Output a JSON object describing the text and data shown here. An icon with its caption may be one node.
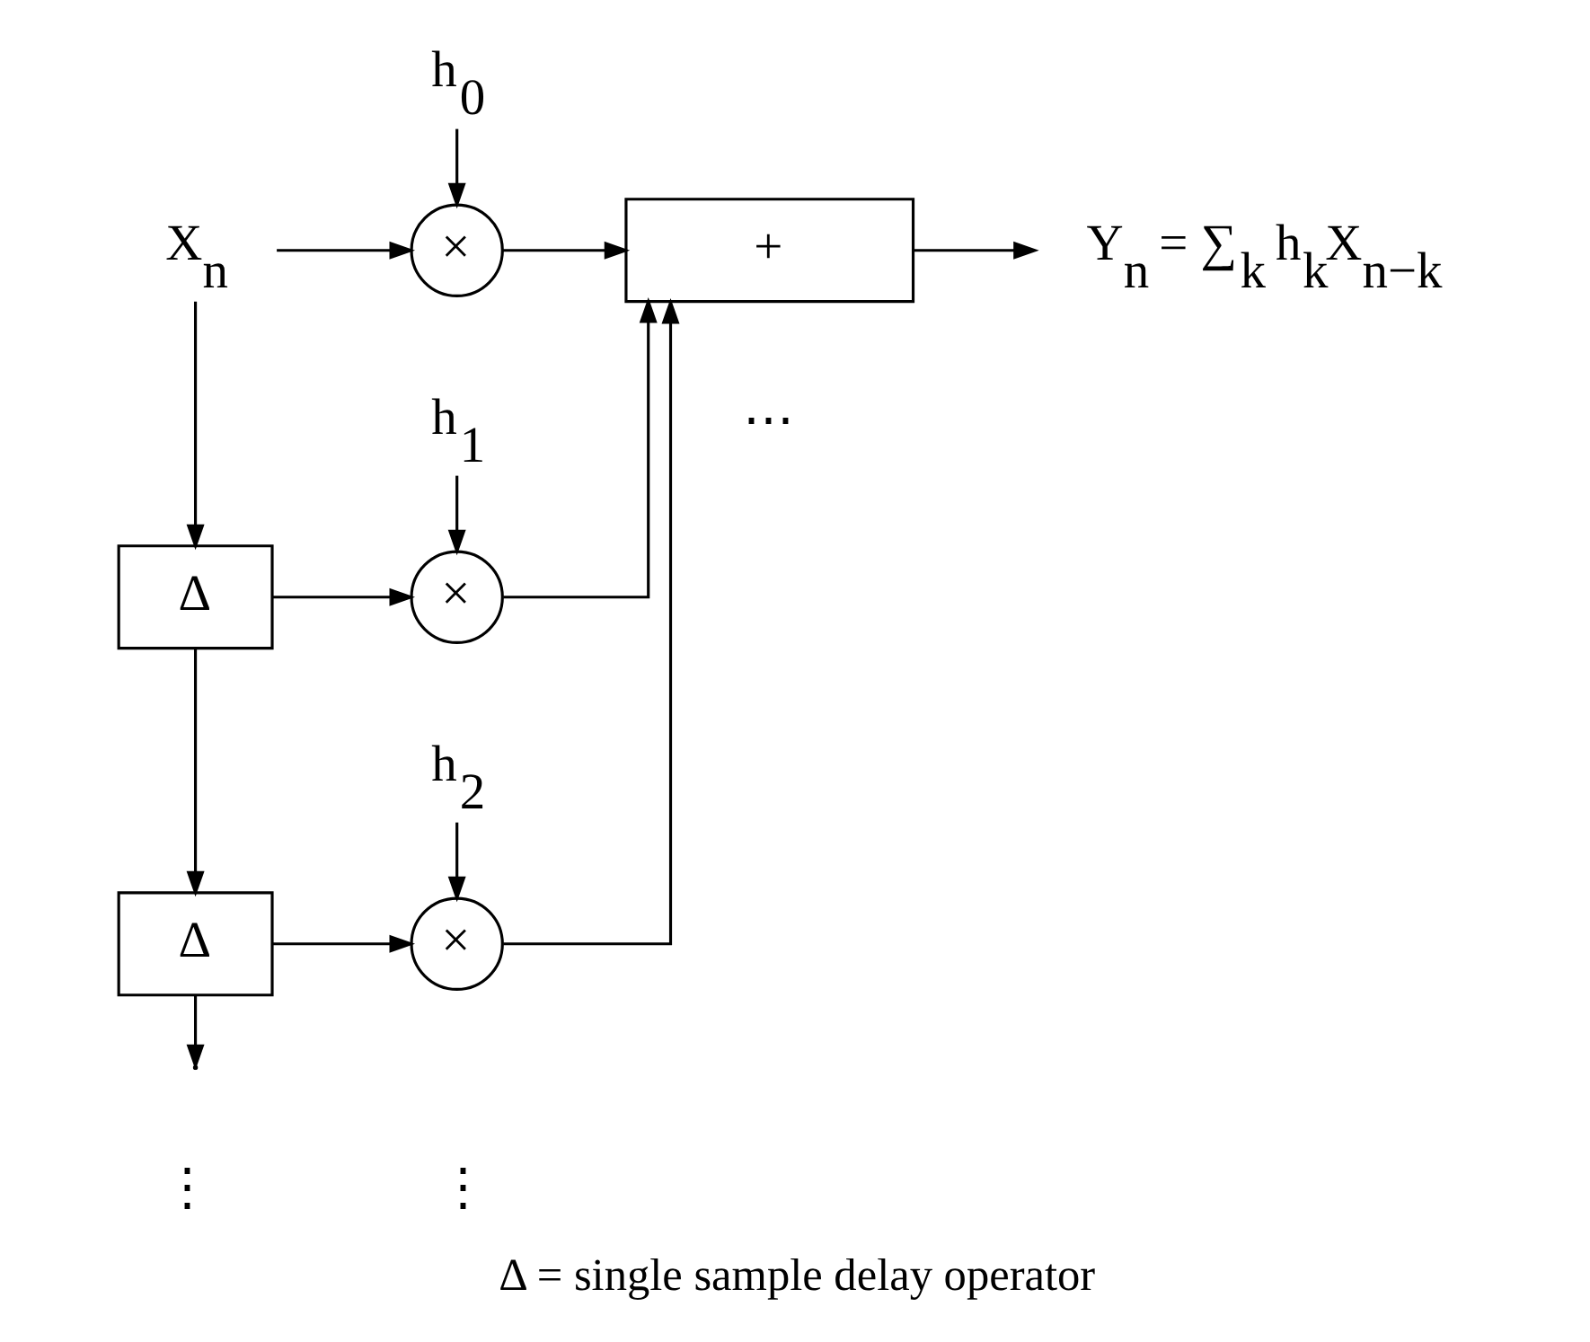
{
  "diagram": {
    "caption": "Δ = single sample delay operator",
    "nodes": [
      {
        "text": [
          "X$_{n}$"
        ]
      },
      {
        "text": [
          "h$_{0}$"
        ]
      },
      {
        "text": [
          "×"
        ]
      },
      {
        "text": [
          "+"
        ]
      },
      {
        "text": [
          "Y$_{n}$ = ∑$_{k}$ h$_{k}$X$_{n−k}$"
        ]
      },
      {
        "text": [
          "h$_{1}$"
        ]
      },
      {
        "text": [
          "Δ"
        ]
      },
      {
        "text": [
          "×"
        ]
      },
      {
        "text": [
          "h$_{2}$"
        ]
      },
      {
        "text": [
          "Δ"
        ]
      },
      {
        "text": [
          "×"
        ]
      }
    ],
    "edges": [
      {
        "from": 0,
        "to": 2,
        "arrow": "to"
      },
      {
        "from": 0,
        "to": 6,
        "arrow": "to"
      },
      {
        "from": 1,
        "to": 2,
        "arrow": "to"
      },
      {
        "from": 2,
        "to": 3,
        "arrow": "to"
      },
      {
        "from": 3,
        "to": 4,
        "arrow": "to"
      },
      {
        "from": 5,
        "to": 7,
        "arrow": "to"
      },
      {
        "from": 6,
        "to": 7,
        "arrow": "to"
      },
      {
        "from": 7,
        "to": 3,
        "arrow": "to"
      },
      {
        "from": 6,
        "to": 9,
        "arrow": "to"
      },
      {
        "from": 8,
        "to": 10,
        "arrow": "to"
      },
      {
        "from": 9,
        "to": 10,
        "arrow": "to"
      },
      {
        "from": 10,
        "to": 3,
        "arrow": "to"
      },
      {
        "from": 9,
        "to": null,
        "arrow": "to"
      }
    ],
    "labels": [
      "⋯",
      "⋮",
      "⋮"
    ]
  }
}
